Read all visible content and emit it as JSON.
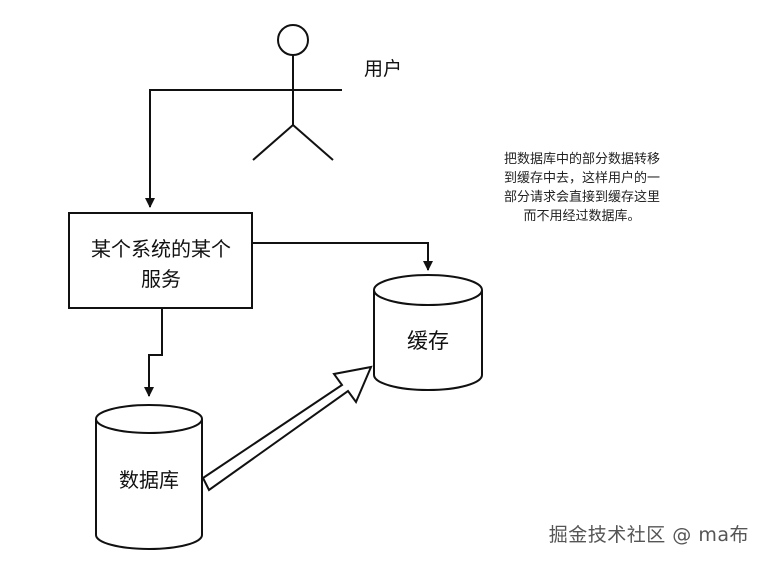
{
  "diagram": {
    "actor": {
      "label": "用户"
    },
    "service": {
      "line1": "某个系统的某个",
      "line2": "服务"
    },
    "cache": {
      "label": "缓存"
    },
    "database": {
      "label": "数据库"
    },
    "note": {
      "lines": [
        "把数据库中的部分数据转移",
        "到缓存中去，这样用户的一",
        "部分请求会直接到缓存这里",
        "而不用经过数据库。"
      ]
    }
  },
  "watermark": {
    "text": "掘金技术社区 @ ma布"
  }
}
